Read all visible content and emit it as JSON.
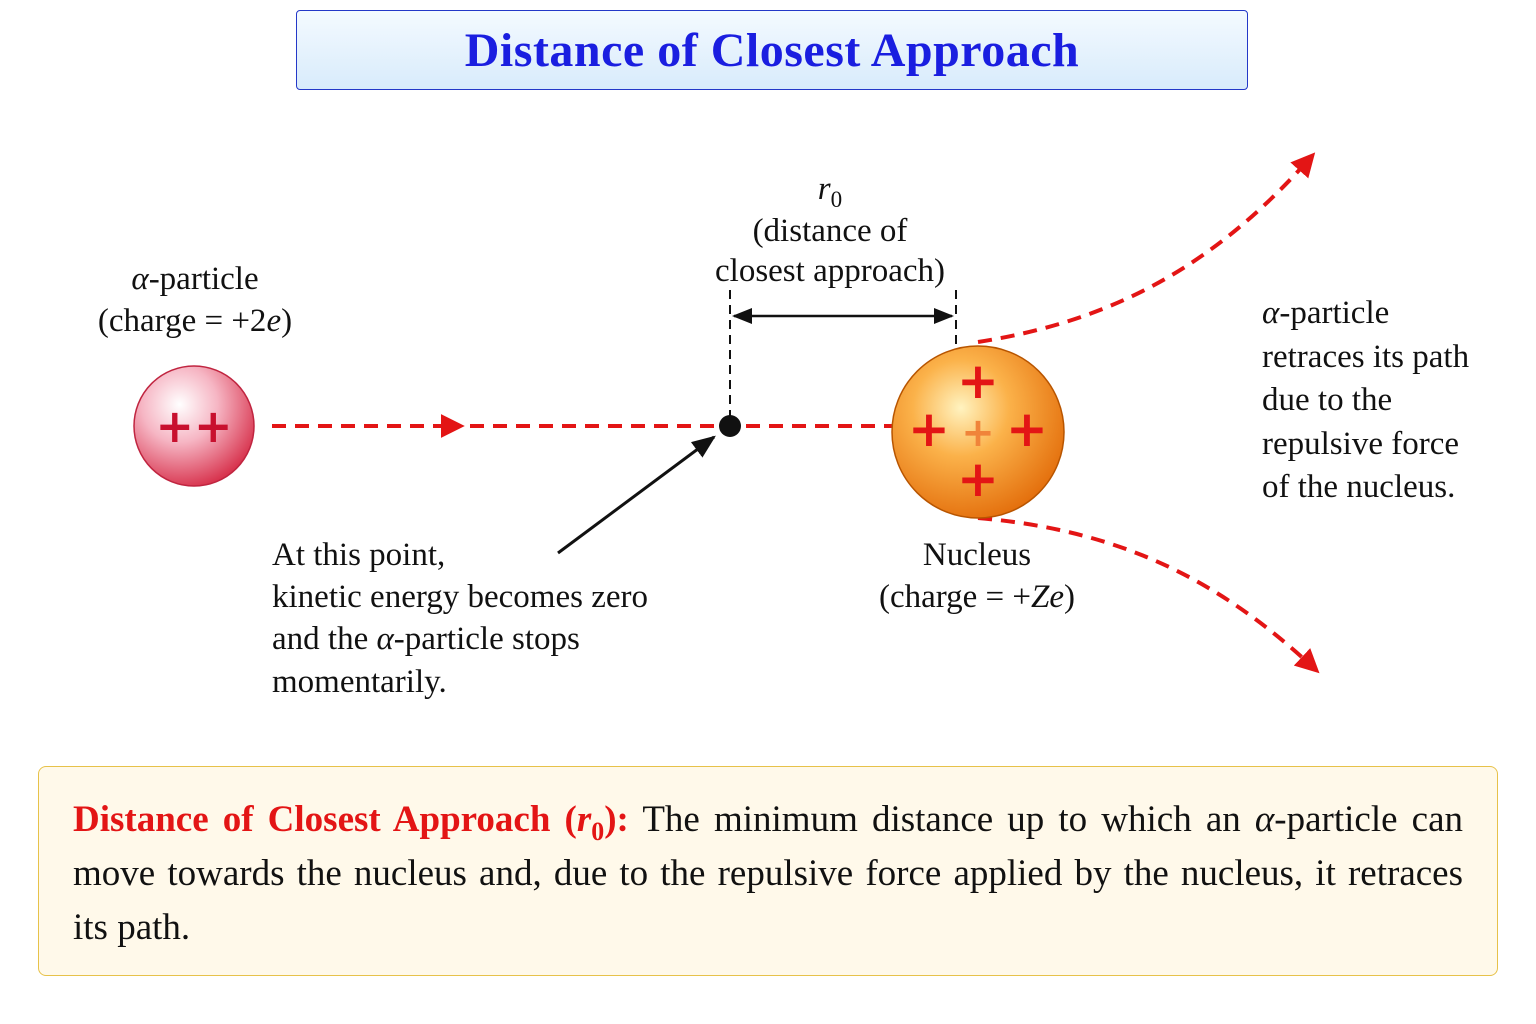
{
  "title": "Distance of Closest Approach",
  "alpha_left": {
    "symbol": "α",
    "name": "-particle",
    "charge_prefix": "(charge = +2",
    "charge_symbol": "e",
    "charge_suffix": ")",
    "charge_glyph": "++"
  },
  "r0": {
    "symbol": "r",
    "subscript": "0",
    "line1": "(distance of",
    "line2": "closest approach)"
  },
  "stop_note": {
    "line1": "At this point,",
    "line2": "kinetic energy becomes zero",
    "line3_prefix": "and the ",
    "line3_symbol": "α",
    "line3_suffix": "-particle stops",
    "line4": "momentarily."
  },
  "nucleus": {
    "name": "Nucleus",
    "charge_prefix": "(charge = +",
    "charge_symbol": "Ze",
    "charge_suffix": ")",
    "plus_glyph": "+"
  },
  "retrace_note": {
    "symbol": "α",
    "line1_suffix": "-particle",
    "line2": "retraces its path",
    "line3": "due to the",
    "line4": "repulsive force",
    "line5": "of the nucleus."
  },
  "definition": {
    "term": "Distance of Closest Approach (",
    "term_symbol": "r",
    "term_subscript": "0",
    "term_suffix": "):",
    "text_part1": " The minimum distance up to which an ",
    "text_symbol": "α",
    "text_part2": "-particle can move towards the nucleus and, due to the repulsive force applied by the nucleus, it retraces its path."
  },
  "colors": {
    "title_text": "#1a1ee0",
    "path_red": "#e31515",
    "definition_term": "#e31515"
  }
}
